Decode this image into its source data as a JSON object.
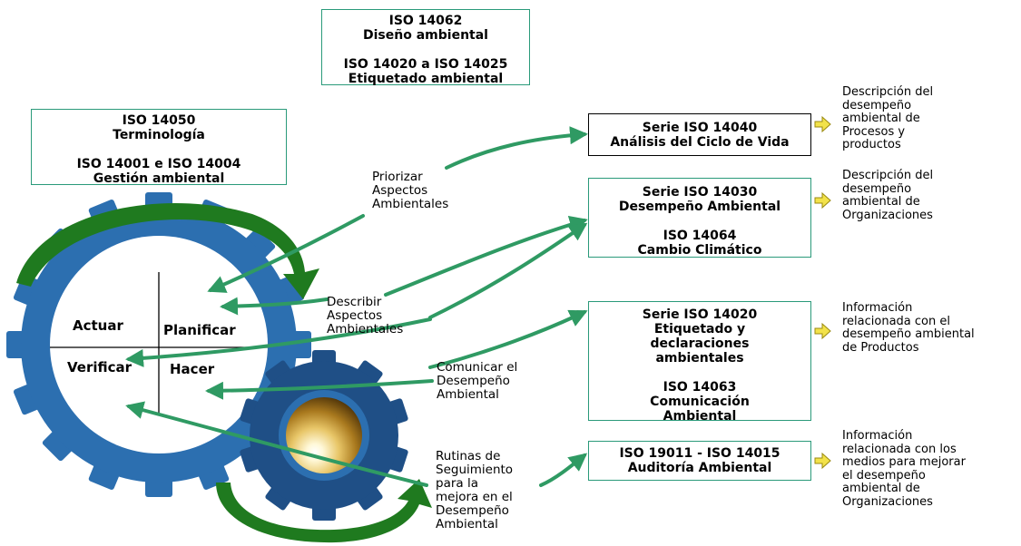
{
  "boxes": {
    "iso14062": {
      "line1": "ISO 14062",
      "line2": "Diseño ambiental",
      "line3": "ISO 14020 a ISO 14025",
      "line4": "Etiquetado ambiental"
    },
    "iso14050": {
      "line1": "ISO 14050",
      "line2": "Terminología",
      "line3": "ISO 14001 e ISO 14004",
      "line4": "Gestión ambiental"
    },
    "iso14040": {
      "line1": "Serie ISO 14040",
      "line2": "Análisis del Ciclo de Vida"
    },
    "iso14030": {
      "line1": "Serie ISO 14030",
      "line2": "Desempeño Ambiental",
      "line3": "ISO 14064",
      "line4": "Cambio Climático"
    },
    "iso14020": {
      "line1": "Serie ISO 14020",
      "line2": "Etiquetado y",
      "line3": "declaraciones",
      "line4": "ambientales",
      "line5": "ISO 14063",
      "line6": "Comunicación",
      "line7": "Ambiental"
    },
    "iso19011": {
      "line1": "ISO 19011 - ISO 14015",
      "line2": "Auditoría Ambiental"
    }
  },
  "actions": {
    "priorizar": [
      "Priorizar",
      "Aspectos",
      "Ambientales"
    ],
    "describir": [
      "Describir",
      "Aspectos",
      "Ambientales"
    ],
    "comunicar": [
      "Comunicar el",
      "Desempeño",
      "Ambiental"
    ],
    "rutinas": [
      "Rutinas de",
      "Seguimiento",
      "para  la",
      "mejora en el",
      "Desempeño",
      "Ambiental"
    ]
  },
  "descriptions": {
    "d1": [
      "Descripción del",
      "desempeño",
      "ambiental de",
      "Procesos y",
      "productos"
    ],
    "d2": [
      "Descripción del",
      "desempeño",
      "ambiental de",
      "Organizaciones"
    ],
    "d3": [
      "Información",
      "relacionada con el",
      "desempeño ambiental",
      "de Productos"
    ],
    "d4": [
      "Información",
      "relacionada con los",
      "medios para  mejorar",
      "el desempeño",
      "ambiental de",
      "Organizaciones"
    ]
  },
  "cycle": {
    "actuar": "Actuar",
    "planificar": "Planificar",
    "verificar": "Verificar",
    "hacer": "Hacer"
  },
  "colors": {
    "gear_blue": "#2c6fb0",
    "gear_dark": "#1f4f86",
    "arrow_green": "#2f9a63",
    "cycle_green": "#1f7a1f",
    "box_border": "#2a9a7a",
    "pointer_yellow": "#f2e24a"
  }
}
